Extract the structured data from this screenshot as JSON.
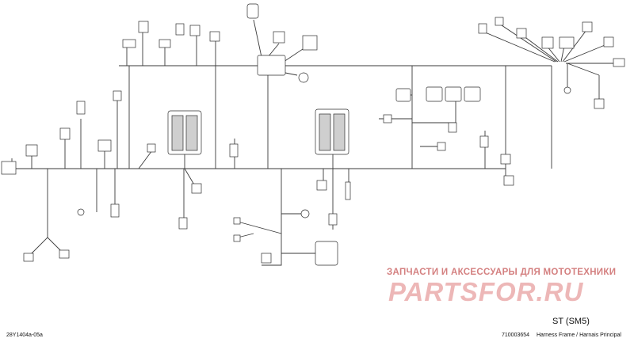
{
  "watermark": {
    "caption": "ЗАПЧАСТИ И АКСЕССУАРЫ ДЛЯ МОТОТЕХНИКИ",
    "logo": "PARTSFOR.RU"
  },
  "title_block": {
    "model": "ST (SM5)",
    "part_number": "710003654",
    "title": "Harness Frame / Harnais Principal"
  },
  "figure_ref": "28Y1404a-05a"
}
